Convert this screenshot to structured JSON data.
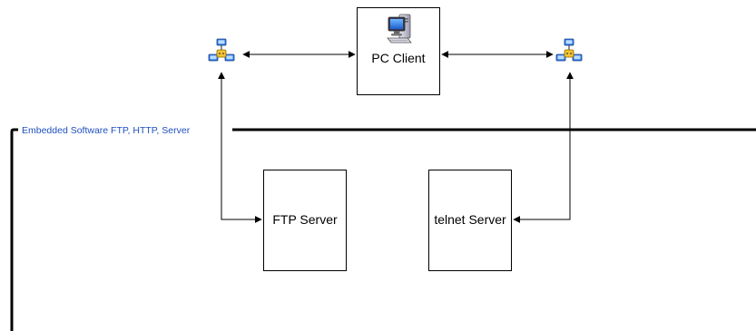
{
  "diagram": {
    "pc_client_label": "PC Client",
    "ftp_server_label": "FTP Server",
    "telnet_server_label": "telnet Server",
    "group_label": "Embedded Software FTP, HTTP, Server",
    "icons": {
      "left_network": "network-icon",
      "right_network": "network-icon",
      "pc": "computer-icon"
    },
    "colors": {
      "group_label": "#1f4fbf",
      "lines": "#000000",
      "boxes": "#000000"
    }
  }
}
